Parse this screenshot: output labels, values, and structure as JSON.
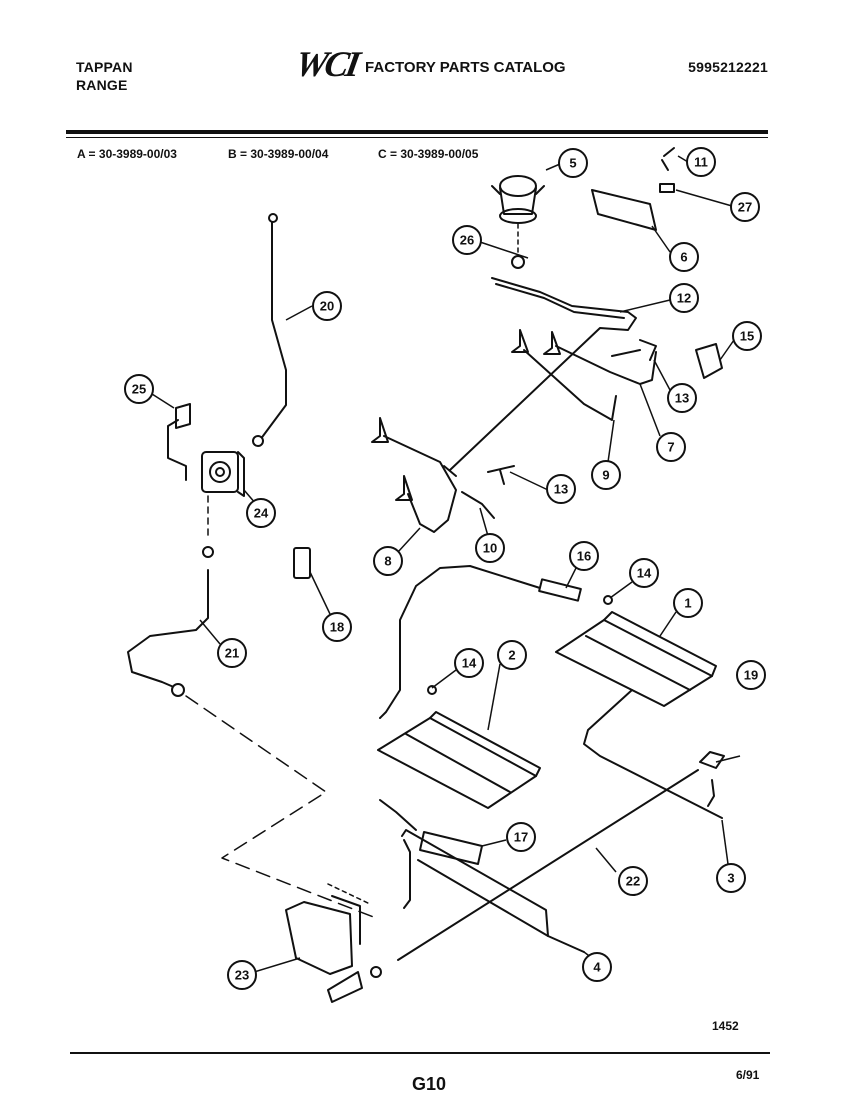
{
  "header": {
    "brand_line1": "TAPPAN",
    "brand_line2": "RANGE",
    "logo": "WCI",
    "catalog_title": "FACTORY PARTS CATALOG",
    "catalog_number": "5995212221"
  },
  "models": {
    "a": "A = 30-3989-00/03",
    "b": "B = 30-3989-00/04",
    "c": "C = 30-3989-00/05"
  },
  "callouts": [
    "1",
    "2",
    "3",
    "4",
    "5",
    "6",
    "7",
    "8",
    "9",
    "10",
    "11",
    "12",
    "13",
    "13",
    "14",
    "14",
    "15",
    "16",
    "17",
    "18",
    "19",
    "20",
    "21",
    "22",
    "23",
    "24",
    "25",
    "26",
    "27"
  ],
  "footer": {
    "figure_number": "1452",
    "page": "G10",
    "date": "6/91"
  }
}
